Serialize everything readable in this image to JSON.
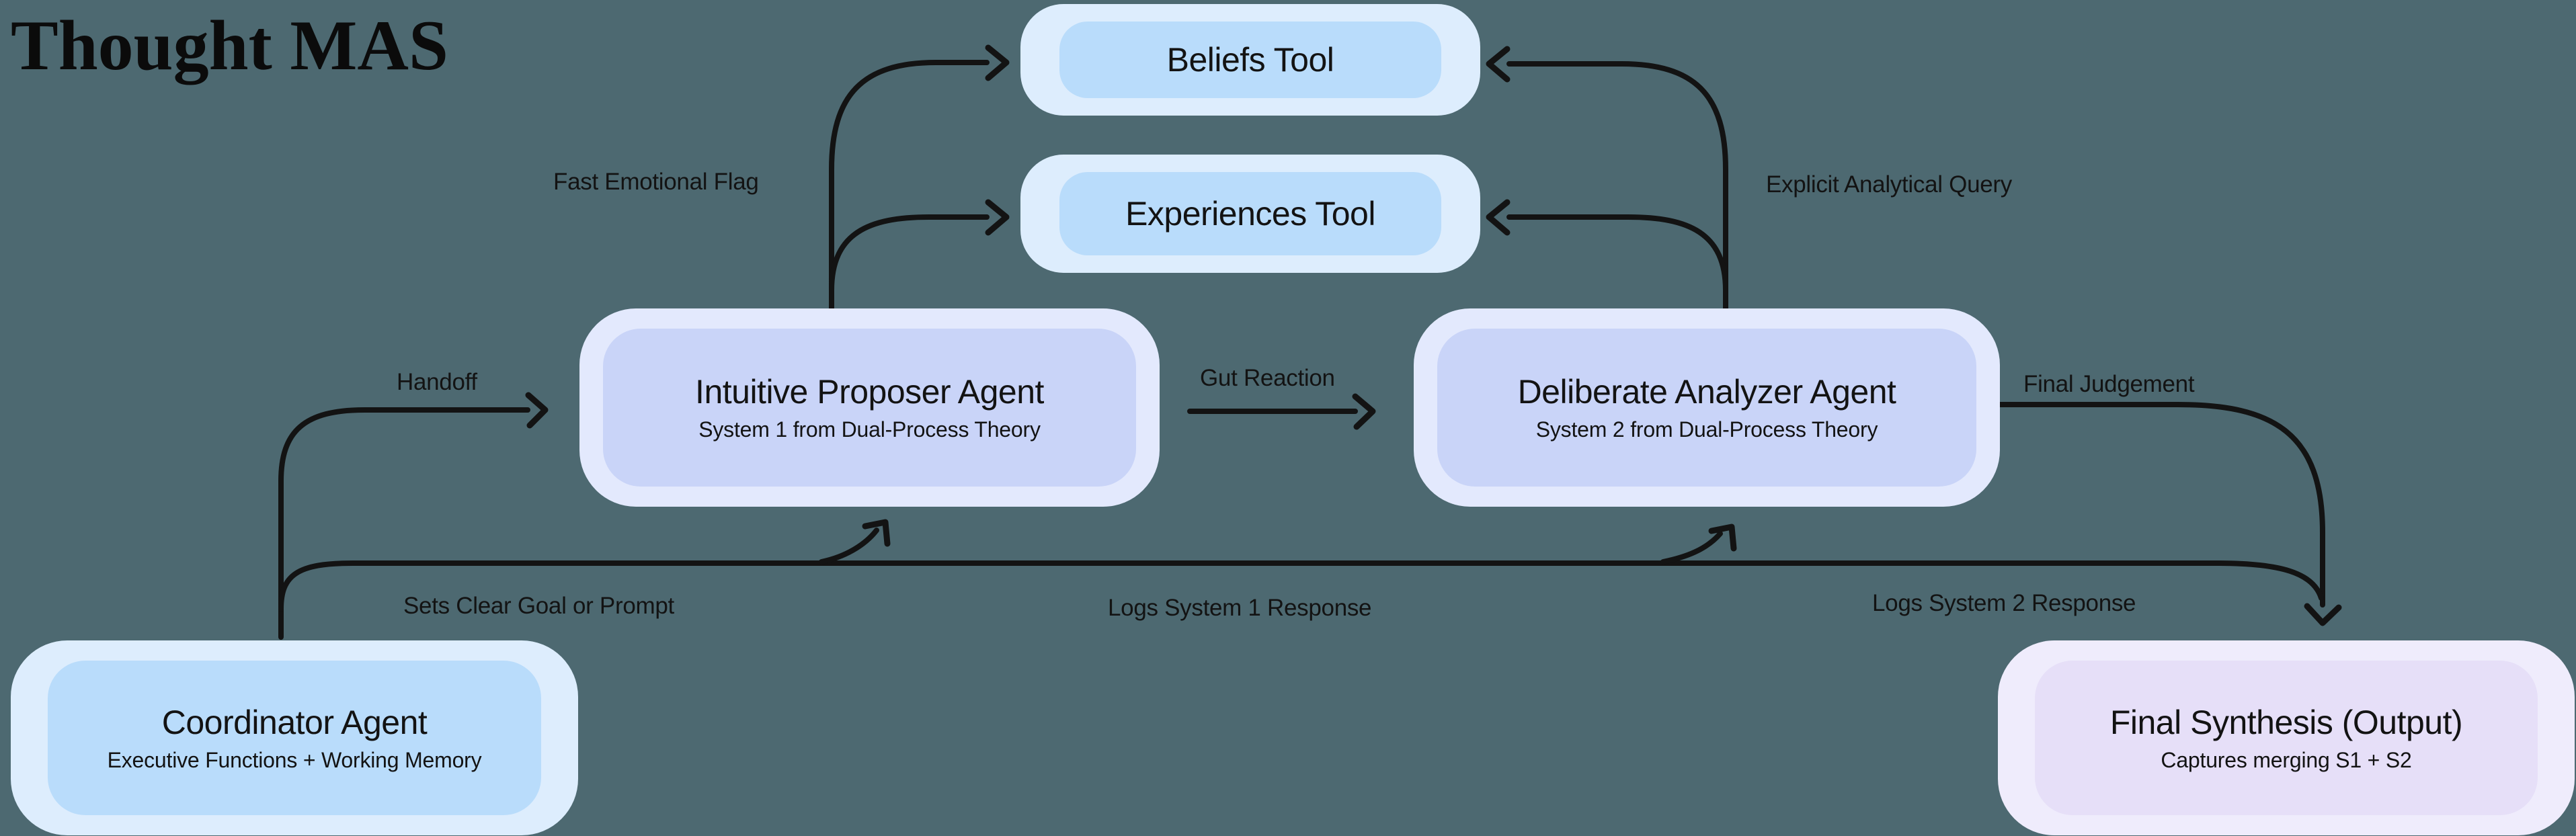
{
  "title": "Thought MAS",
  "colors": {
    "bg": "#4D6971",
    "ink": "#131313",
    "tool-outer": "#DDEDFD",
    "tool-inner": "#B9DCFB",
    "agent-outer": "#E3E9FD",
    "agent-inner": "#C9D4F8",
    "synth-outer": "#EFECFC",
    "synth-inner": "#E6DFF8"
  },
  "nodes": [
    {
      "id": "beliefs-tool",
      "title": "Beliefs Tool"
    },
    {
      "id": "experiences-tool",
      "title": "Experiences Tool"
    },
    {
      "id": "intuitive-proposer",
      "title": "Intuitive Proposer Agent",
      "subtitle": "System 1 from Dual-Process Theory"
    },
    {
      "id": "deliberate-analyzer",
      "title": "Deliberate Analyzer Agent",
      "subtitle": "System 2 from Dual-Process Theory"
    },
    {
      "id": "coordinator-agent",
      "title": "Coordinator Agent",
      "subtitle": "Executive Functions + Working Memory"
    },
    {
      "id": "final-synthesis",
      "title": "Final Synthesis (Output)",
      "subtitle": "Captures merging S1 + S2"
    }
  ],
  "edge_labels": [
    {
      "id": "fast-emotional-flag",
      "text": "Fast Emotional Flag"
    },
    {
      "id": "explicit-analytical-query",
      "text": "Explicit Analytical Query"
    },
    {
      "id": "handoff",
      "text": "Handoff"
    },
    {
      "id": "gut-reaction",
      "text": "Gut Reaction"
    },
    {
      "id": "final-judgement",
      "text": "Final Judgement"
    },
    {
      "id": "sets-clear-goal",
      "text": "Sets Clear Goal or Prompt"
    },
    {
      "id": "logs-system-1",
      "text": "Logs System 1 Response"
    },
    {
      "id": "logs-system-2",
      "text": "Logs System 2 Response"
    }
  ]
}
